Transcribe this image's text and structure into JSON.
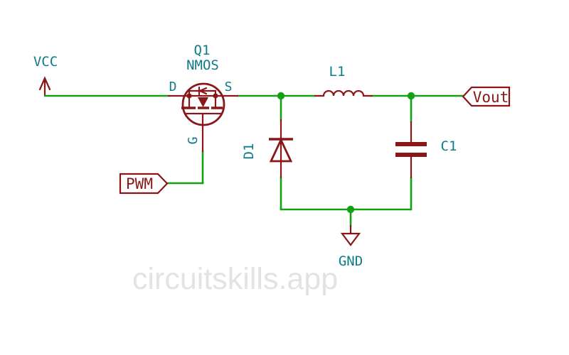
{
  "watermark": "circuitskills.app",
  "colors": {
    "wire": "#14a014",
    "component": "#8a1717",
    "text": "#0e7b89",
    "watermark": "#e3e3e3"
  },
  "schematic": {
    "power": {
      "vcc": "VCC",
      "gnd": "GND"
    },
    "nets": {
      "pwm": "PWM",
      "vout": "Vout"
    },
    "components": {
      "q1": {
        "ref": "Q1",
        "value": "NMOS",
        "pin_d": "D",
        "pin_g": "G",
        "pin_s": "S"
      },
      "d1": {
        "ref": "D1"
      },
      "l1": {
        "ref": "L1"
      },
      "c1": {
        "ref": "C1"
      }
    }
  }
}
